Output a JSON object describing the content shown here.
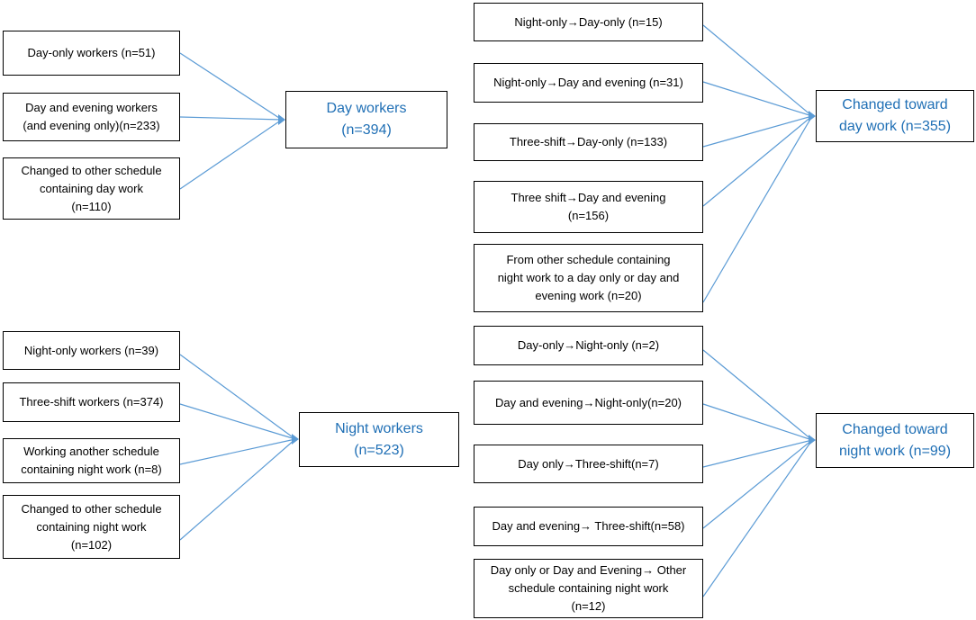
{
  "colors": {
    "connector": "#5b9bd5",
    "target_text": "#1f6fb5",
    "border": "#000000"
  },
  "day_group": {
    "sources": [
      "Day-only workers (n=51)",
      "Day and evening workers\n(and evening only)(n=233)",
      "Changed to other schedule\ncontaining day work\n(n=110)"
    ],
    "target": "Day workers\n(n=394)"
  },
  "changed_day_group": {
    "sources": [
      "Night-only→Day-only (n=15)",
      "Night-only→Day and evening (n=31)",
      "Three-shift→Day-only (n=133)",
      "Three shift→Day and evening\n(n=156)",
      "From other schedule containing\nnight work to a day only or day and\nevening work (n=20)"
    ],
    "target": "Changed toward\nday work (n=355)"
  },
  "night_group": {
    "sources": [
      "Night-only workers (n=39)",
      "Three-shift workers (n=374)",
      "Working another  schedule\ncontaining night work (n=8)",
      "Changed to other schedule\ncontaining night work\n(n=102)"
    ],
    "target": "Night workers\n(n=523)"
  },
  "changed_night_group": {
    "sources": [
      "Day-only→Night-only (n=2)",
      "Day and evening→Night-only(n=20)",
      "Day only→Three-shift(n=7)",
      "Day and evening→ Three-shift(n=58)",
      "Day only or Day and Evening→ Other\nschedule containing night work\n(n=12)"
    ],
    "target": "Changed toward\nnight work (n=99)"
  }
}
